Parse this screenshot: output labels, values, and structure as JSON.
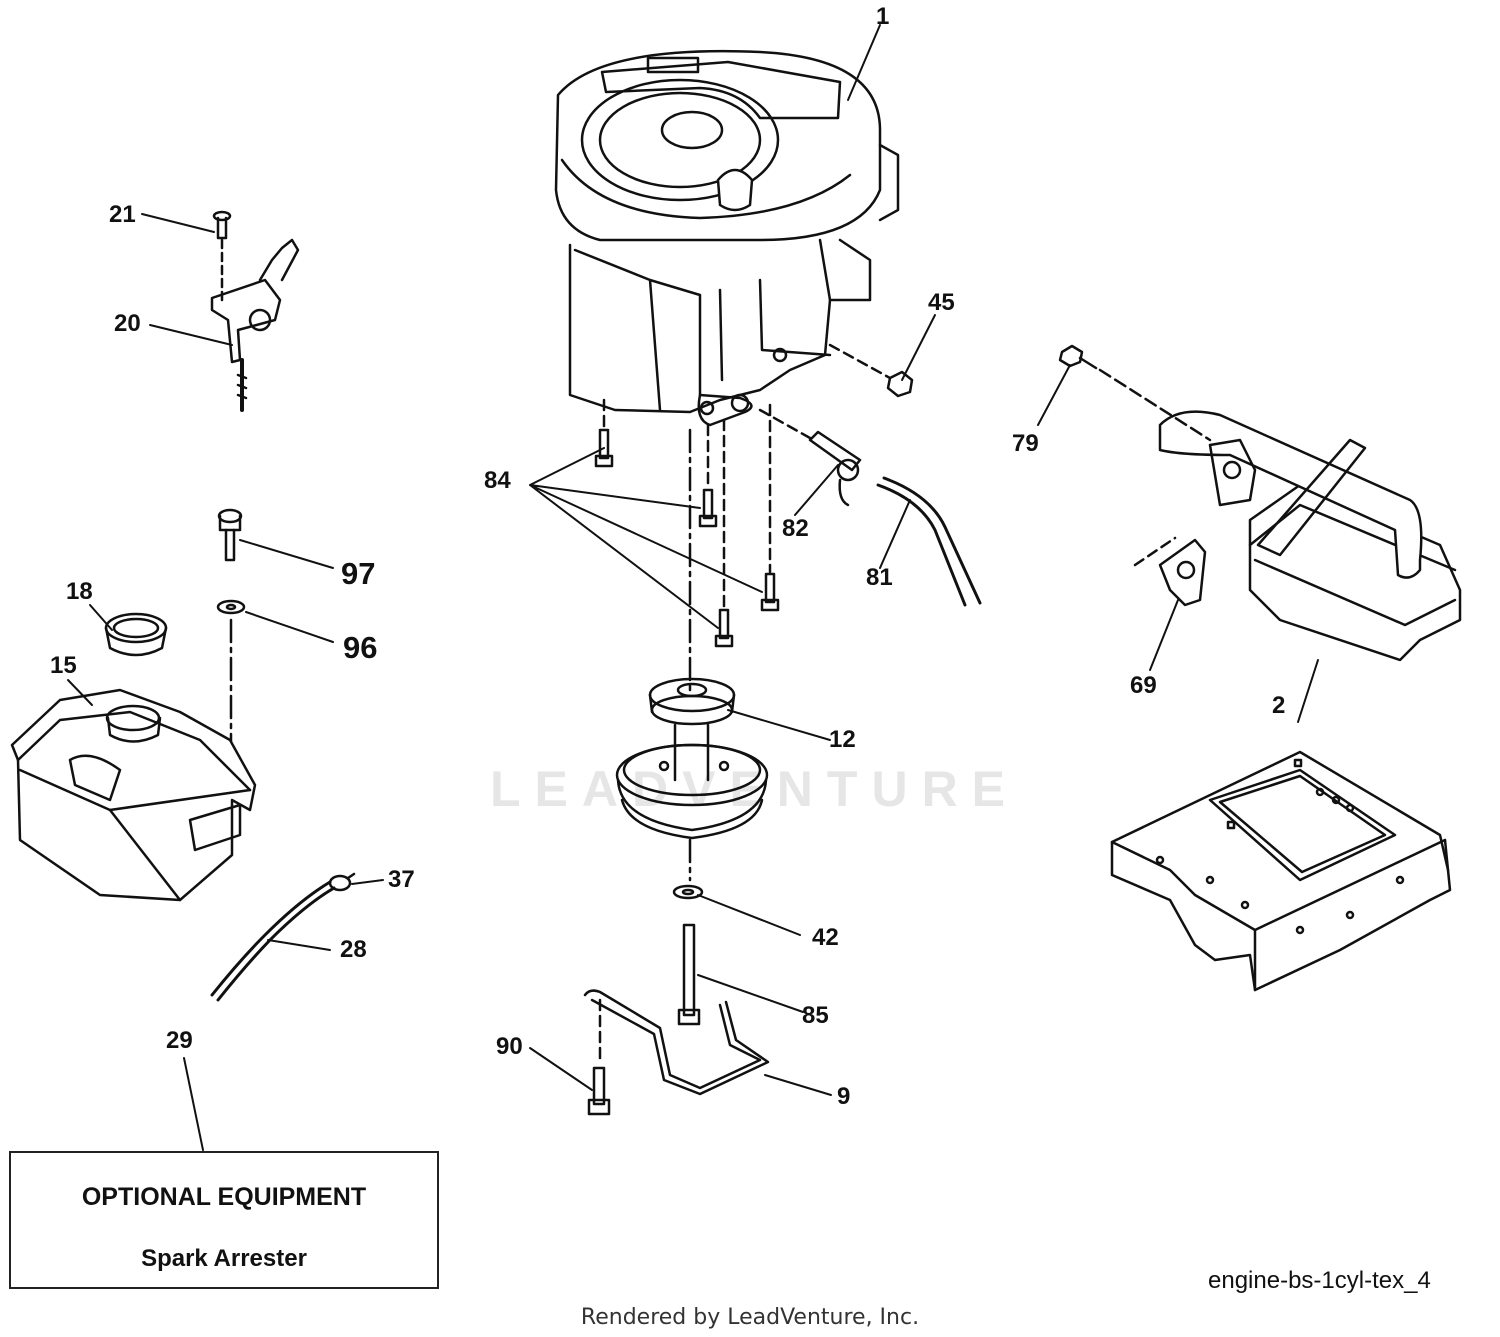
{
  "callouts": {
    "p1": "1",
    "p2": "2",
    "p9": "9",
    "p12": "12",
    "p15": "15",
    "p18": "18",
    "p20": "20",
    "p21": "21",
    "p28": "28",
    "p29": "29",
    "p37": "37",
    "p42": "42",
    "p45": "45",
    "p69": "69",
    "p79": "79",
    "p81": "81",
    "p82": "82",
    "p84": "84",
    "p85": "85",
    "p90": "90",
    "p96": "96",
    "p97": "97"
  },
  "optional_box": {
    "title": "OPTIONAL EQUIPMENT",
    "item": "Spark Arrester"
  },
  "diagram_id": "engine-bs-1cyl-tex_4",
  "footer_credit": "Rendered by LeadVenture, Inc.",
  "watermark": "LEADVENTURE",
  "colors": {
    "line": "#111111",
    "watermark": "#e6e6e6",
    "background": "#ffffff"
  }
}
